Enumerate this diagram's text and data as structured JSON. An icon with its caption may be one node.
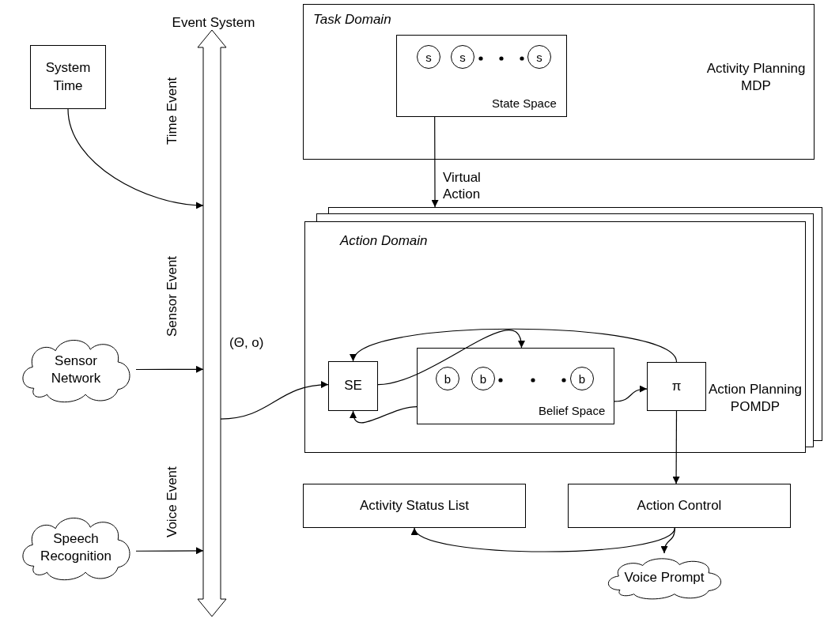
{
  "diagram": {
    "nodes": [
      {
        "text": [
          "System Time"
        ]
      },
      {
        "text": [
          "Sensor Network"
        ]
      },
      {
        "text": [
          "Speech Recognition"
        ]
      },
      {
        "text": [
          "Event System"
        ]
      },
      {
        "text": [
          "Task Domain",
          "Activity Planning MDP"
        ]
      },
      {
        "text": [
          "State Space"
        ],
        "in": 4
      },
      {
        "text": [
          "s"
        ],
        "in": 5
      },
      {
        "text": [
          "s"
        ],
        "in": 5
      },
      {
        "text": [
          "s"
        ],
        "in": 5
      },
      {
        "text": [
          "Action Domain",
          "Action Planning POMDP"
        ]
      },
      {
        "text": [
          "SE"
        ],
        "in": 9
      },
      {
        "text": [
          "π"
        ],
        "in": 9
      },
      {
        "text": [
          "Belief Space"
        ],
        "in": 9
      },
      {
        "text": [
          "b"
        ],
        "in": 12
      },
      {
        "text": [
          "b"
        ],
        "in": 12
      },
      {
        "text": [
          "b"
        ],
        "in": 12
      },
      {
        "text": [
          "Activity Status List"
        ]
      },
      {
        "text": [
          "Action Control"
        ]
      },
      {
        "text": [
          "Voice Prompt"
        ]
      }
    ],
    "edges": [
      {
        "from": 0,
        "to": 3,
        "arrow": "to",
        "label": "Time Event"
      },
      {
        "from": 1,
        "to": 3,
        "arrow": "to",
        "label": "Sensor Event"
      },
      {
        "from": 2,
        "to": 3,
        "arrow": "to",
        "label": "Voice Event"
      },
      {
        "from": 3,
        "to": 10,
        "arrow": "to",
        "label": "(Θ, o)"
      },
      {
        "from": 5,
        "to": 9,
        "arrow": "to",
        "label": "Virtual Action"
      },
      {
        "from": 11,
        "to": 10,
        "arrow": "to"
      },
      {
        "from": 10,
        "to": 12,
        "arrow": "to"
      },
      {
        "from": 12,
        "to": 10,
        "arrow": "to"
      },
      {
        "from": 12,
        "to": 11,
        "arrow": "to"
      },
      {
        "from": 11,
        "to": 17,
        "arrow": "to"
      },
      {
        "from": 17,
        "to": 16,
        "arrow": "to"
      },
      {
        "from": 17,
        "to": 18,
        "arrow": "to"
      }
    ]
  }
}
